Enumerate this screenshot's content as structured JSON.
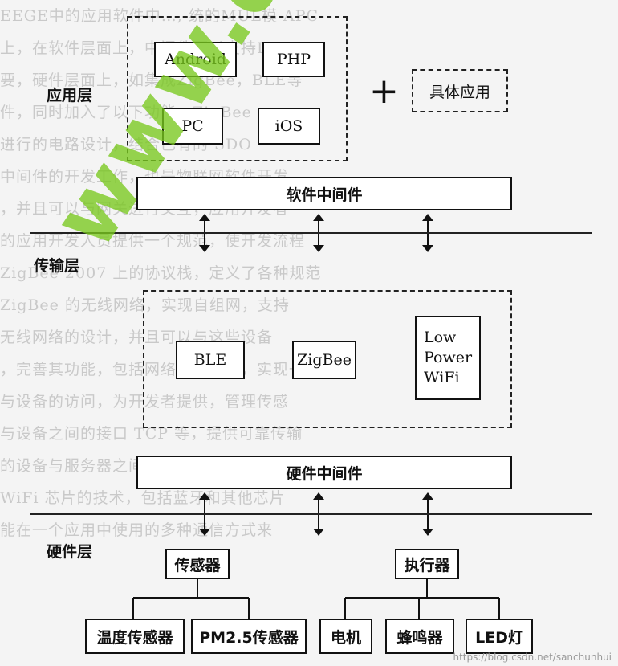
{
  "background_text_lines": [
    "EEGE中的应用软件中…, 统的MUL模 APC",
    "上，在软件层面上，中间件可以支持LOGA",
    "要，硬件层面上，如集成ZigBee，BLE等",
    "件，同时加入了以下功能，ZigBee …",
    "进行的电路设计，结合已有的 SDO",
    "中间件的开发工作，也是物联网软件开发",
    "，并且可以与网关进行交互，应用开发者",
    "的应用开发人员提供一个规范，使开发流程",
    "ZigBee 2007 上的协议栈，定义了各种规范",
    "ZigBee 的无线网络，实现自组网，支持",
    "无线网络的设计，并且可以与这些设备",
    "，完善其功能，包括网络层的支持，实现一",
    "与设备的访问，为开发者提供，管理传感",
    "与设备之间的接口 TCP 等，提供可靠传输",
    "的设备与服务器之间的通信，采集各种传感",
    "WiFi 芯片的技术，包括蓝牙和其他芯片",
    "能在一个应用中使用的多种通信方式来"
  ],
  "watermark": "www.duino",
  "url_watermark": "https://blog.csdn.net/sanchunhui",
  "layers": {
    "application": "应用层",
    "transport": "传输层",
    "hardware": "硬件层"
  },
  "application": {
    "platforms": [
      "Android",
      "PHP",
      "PC",
      "iOS"
    ],
    "specific_app": "具体应用",
    "plus": "+"
  },
  "middleware": {
    "software": "软件中间件",
    "hardware": "硬件中间件"
  },
  "transport": {
    "protocols": [
      "BLE",
      "ZigBee"
    ],
    "low_power_wifi": [
      "Low",
      "Power",
      "WiFi"
    ]
  },
  "hardware": {
    "sensor": "传感器",
    "actuator": "执行器",
    "sensor_children": [
      "温度传感器",
      "PM2.5传感器"
    ],
    "actuator_children": [
      "电机",
      "蜂鸣器",
      "LED灯"
    ]
  }
}
